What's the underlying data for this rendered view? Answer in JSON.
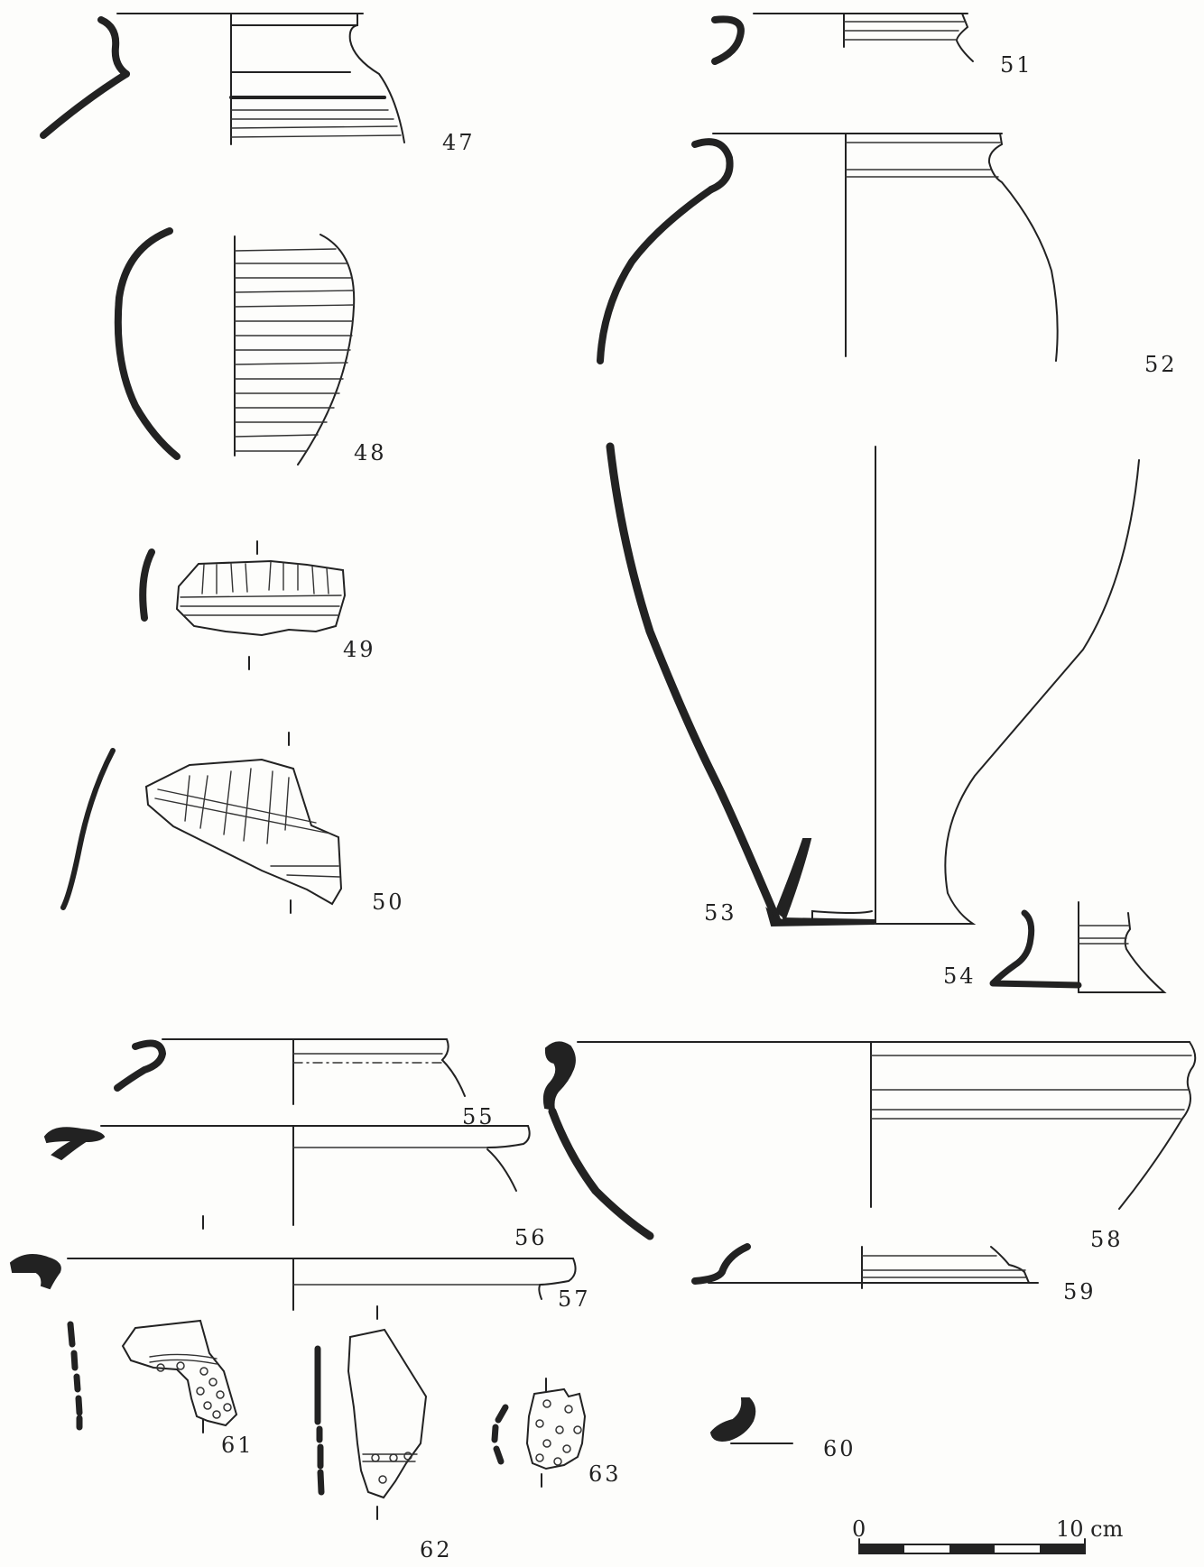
{
  "figures": [
    {
      "id": "47",
      "label": "47"
    },
    {
      "id": "48",
      "label": "48"
    },
    {
      "id": "49",
      "label": "49"
    },
    {
      "id": "50",
      "label": "50"
    },
    {
      "id": "51",
      "label": "51"
    },
    {
      "id": "52",
      "label": "52"
    },
    {
      "id": "53",
      "label": "53"
    },
    {
      "id": "54",
      "label": "54"
    },
    {
      "id": "55",
      "label": "55"
    },
    {
      "id": "56",
      "label": "56"
    },
    {
      "id": "57",
      "label": "57"
    },
    {
      "id": "58",
      "label": "58"
    },
    {
      "id": "59",
      "label": "59"
    },
    {
      "id": "60",
      "label": "60"
    },
    {
      "id": "61",
      "label": "61"
    },
    {
      "id": "62",
      "label": "62"
    },
    {
      "id": "63",
      "label": "63"
    }
  ],
  "scale_bar": {
    "start_label": "0",
    "end_label": "10 cm"
  }
}
